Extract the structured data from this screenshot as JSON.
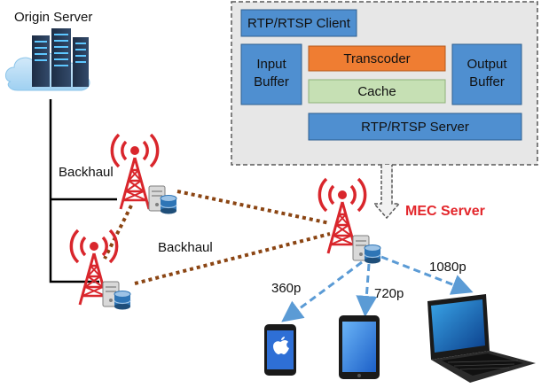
{
  "origin": {
    "label": "Origin Server"
  },
  "backhaul": {
    "label_top": "Backhaul",
    "label_mid": "Backhaul"
  },
  "mec": {
    "label": "MEC Server",
    "label_color": "#e3262b",
    "blocks": {
      "client": "RTP/RTSP Client",
      "input_buffer": [
        "Input",
        "Buffer"
      ],
      "transcoder": "Transcoder",
      "cache": "Cache",
      "output_buffer": [
        "Output",
        "Buffer"
      ],
      "server": "RTP/RTSP Server"
    },
    "colors": {
      "blue_block": "#4f8fd0",
      "transcoder": "#ef7d32",
      "cache": "#c6e0b4",
      "panel": "#e7e7e7"
    }
  },
  "streams": {
    "low": "360p",
    "mid": "720p",
    "high": "1080p"
  },
  "devices": [
    "apple-phone-icon",
    "tablet-icon",
    "laptop-icon"
  ],
  "colors": {
    "tower": "#d9262c",
    "dotted_link": "#8b4513",
    "stream_arrow": "#5b9bd5"
  }
}
